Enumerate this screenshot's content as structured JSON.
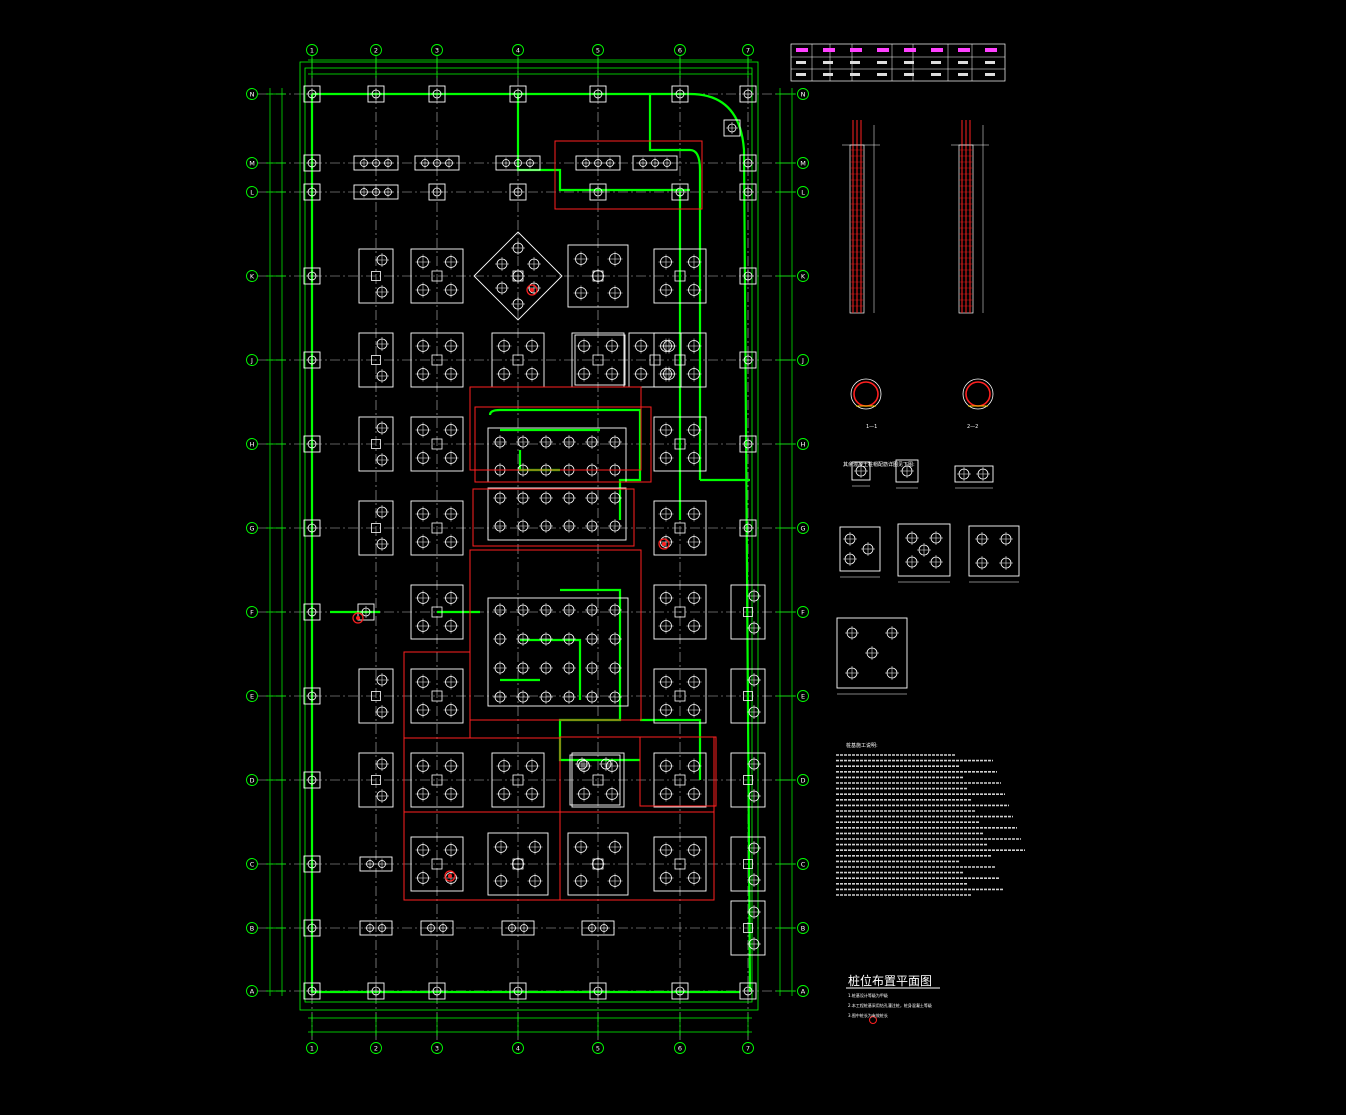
{
  "drawing": {
    "title": "桩位布置平面图",
    "colors": {
      "background": "#000000",
      "grid": "#00ff00",
      "axis": "#bbbbbb",
      "pile": "#ffffff",
      "highlight": "#ff2020",
      "magenta": "#ff40ff",
      "accent": "#ffd000"
    },
    "cols": [
      "1",
      "2",
      "3",
      "4",
      "5",
      "6",
      "7"
    ],
    "rows": [
      "N",
      "M",
      "L",
      "K",
      "J",
      "H",
      "G",
      "F",
      "E",
      "D",
      "C",
      "B",
      "A"
    ],
    "sections": [
      "1—1",
      "2—2"
    ],
    "sectionHeading": "其余混凝土桩帽配筋详图见下图:",
    "notesTitle": "桩基施工说明:",
    "legendLines": [
      "1.桩基设计等级为甲级",
      "2.本工程桩基采用钻孔灌注桩，桩身混凝土等级",
      "3.图中桩长为有效桩长"
    ]
  }
}
